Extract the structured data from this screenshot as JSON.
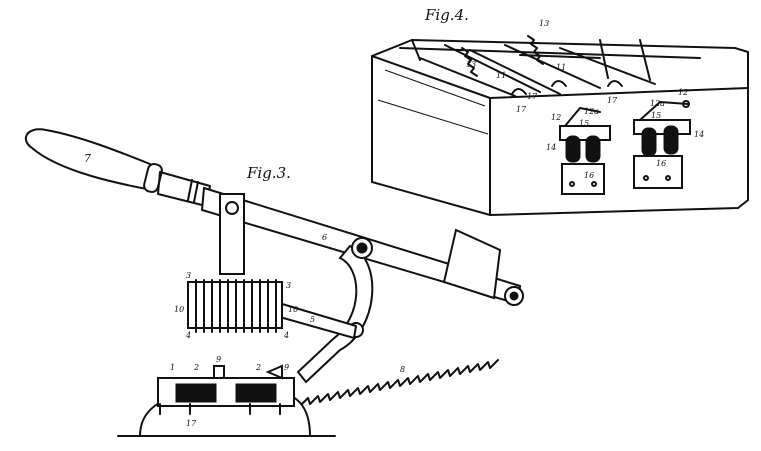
{
  "figures": {
    "fig3": {
      "caption": "Fig.3.",
      "labels": {
        "handle": "7",
        "lever": "6",
        "link": "5",
        "spring": "8",
        "coil_top_left": "3",
        "coil_top_right": "3",
        "coil_side_left": "10",
        "coil_side_right": "10",
        "coil_bottom_left": "4",
        "coil_bottom_right": "4",
        "bed_left": "1",
        "bed_2a": "2",
        "bed_2b": "2",
        "bed_9a": "9",
        "bed_9b": "9",
        "base": "17"
      }
    },
    "fig4": {
      "caption": "Fig.4.",
      "labels": {
        "spring_a": "13",
        "spring_b": "13",
        "wire_a": "11",
        "wire_b": "11",
        "clip_a": "17",
        "clip_b": "17",
        "clip_c": "17",
        "arm_left": "12",
        "arm_right": "12",
        "contact_a": "12a",
        "contact_b": "12a",
        "coil_left": "14",
        "coil_right": "14",
        "coil_top_a": "15",
        "coil_top_b": "15",
        "plate_left": "16",
        "plate_right": "16"
      }
    }
  }
}
